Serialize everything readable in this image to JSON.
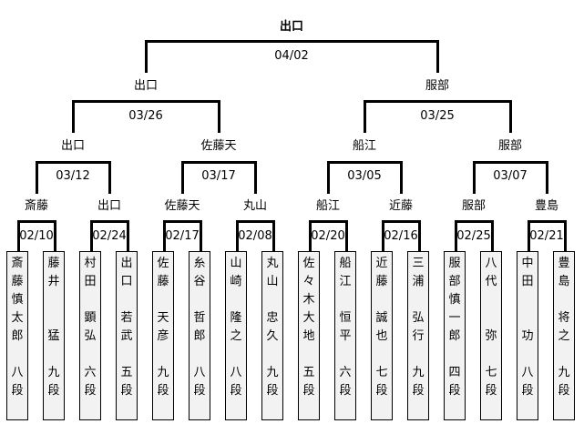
{
  "tournament": {
    "champion": "出口",
    "final": {
      "date": "04/02",
      "left_winner": "出口",
      "right_winner": "服部"
    },
    "semifinals": [
      {
        "date": "03/26",
        "left_winner": "出口",
        "right_winner": "佐藤天"
      },
      {
        "date": "03/25",
        "left_winner": "船江",
        "right_winner": "服部"
      }
    ],
    "quarterfinals": [
      {
        "date": "03/12",
        "left_winner": "斎藤",
        "right_winner": "出口"
      },
      {
        "date": "03/17",
        "left_winner": "佐藤天",
        "right_winner": "丸山"
      },
      {
        "date": "03/05",
        "left_winner": "船江",
        "right_winner": "近藤"
      },
      {
        "date": "03/07",
        "left_winner": "服部",
        "right_winner": "豊島"
      }
    ],
    "first_round": [
      {
        "date": "02/10"
      },
      {
        "date": "02/24"
      },
      {
        "date": "02/17"
      },
      {
        "date": "02/08"
      },
      {
        "date": "02/20"
      },
      {
        "date": "02/16"
      },
      {
        "date": "02/25"
      },
      {
        "date": "02/21"
      }
    ],
    "players": [
      {
        "surname": "斎藤",
        "given": "慎太郎",
        "rank": "八段",
        "cells": [
          "斎",
          "藤",
          "慎",
          "太",
          "郎",
          "",
          "八",
          "段"
        ]
      },
      {
        "surname": "藤井",
        "given": "猛",
        "rank": "九段",
        "cells": [
          "藤",
          "井",
          "",
          "",
          "猛",
          "",
          "九",
          "段"
        ]
      },
      {
        "surname": "村田",
        "given": "顕弘",
        "rank": "六段",
        "cells": [
          "村",
          "田",
          "",
          "顕",
          "弘",
          "",
          "六",
          "段"
        ]
      },
      {
        "surname": "出口",
        "given": "若武",
        "rank": "五段",
        "cells": [
          "出",
          "口",
          "",
          "若",
          "武",
          "",
          "五",
          "段"
        ]
      },
      {
        "surname": "佐藤",
        "given": "天彦",
        "rank": "九段",
        "cells": [
          "佐",
          "藤",
          "",
          "天",
          "彦",
          "",
          "九",
          "段"
        ]
      },
      {
        "surname": "糸谷",
        "given": "哲郎",
        "rank": "八段",
        "cells": [
          "糸",
          "谷",
          "",
          "哲",
          "郎",
          "",
          "八",
          "段"
        ]
      },
      {
        "surname": "山崎",
        "given": "隆之",
        "rank": "八段",
        "cells": [
          "山",
          "崎",
          "",
          "隆",
          "之",
          "",
          "八",
          "段"
        ]
      },
      {
        "surname": "丸山",
        "given": "忠久",
        "rank": "九段",
        "cells": [
          "丸",
          "山",
          "",
          "忠",
          "久",
          "",
          "九",
          "段"
        ]
      },
      {
        "surname": "佐々木",
        "given": "大地",
        "rank": "五段",
        "cells": [
          "佐",
          "々",
          "木",
          "大",
          "地",
          "",
          "五",
          "段"
        ]
      },
      {
        "surname": "船江",
        "given": "恒平",
        "rank": "六段",
        "cells": [
          "船",
          "江",
          "",
          "恒",
          "平",
          "",
          "六",
          "段"
        ]
      },
      {
        "surname": "近藤",
        "given": "誠也",
        "rank": "七段",
        "cells": [
          "近",
          "藤",
          "",
          "誠",
          "也",
          "",
          "七",
          "段"
        ]
      },
      {
        "surname": "三浦",
        "given": "弘行",
        "rank": "九段",
        "cells": [
          "三",
          "浦",
          "",
          "弘",
          "行",
          "",
          "九",
          "段"
        ]
      },
      {
        "surname": "服部",
        "given": "慎一郎",
        "rank": "四段",
        "cells": [
          "服",
          "部",
          "慎",
          "一",
          "郎",
          "",
          "四",
          "段"
        ]
      },
      {
        "surname": "八代",
        "given": "弥",
        "rank": "七段",
        "cells": [
          "八",
          "代",
          "",
          "",
          "弥",
          "",
          "七",
          "段"
        ]
      },
      {
        "surname": "中田",
        "given": "功",
        "rank": "八段",
        "cells": [
          "中",
          "田",
          "",
          "",
          "功",
          "",
          "八",
          "段"
        ]
      },
      {
        "surname": "豊島",
        "given": "将之",
        "rank": "九段",
        "cells": [
          "豊",
          "島",
          "",
          "将",
          "之",
          "",
          "九",
          "段"
        ]
      }
    ]
  }
}
